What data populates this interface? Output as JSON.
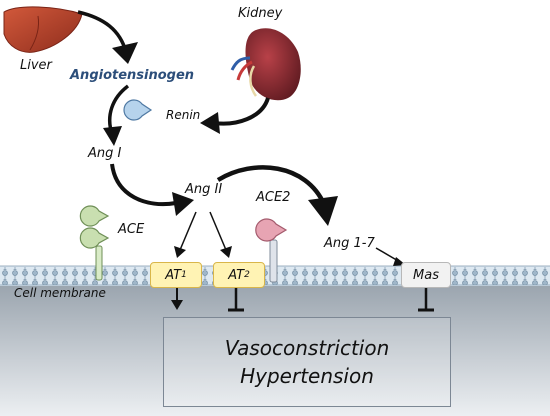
{
  "labels": {
    "liver": "Liver",
    "kidney": "Kidney",
    "angiotensinogen": "Angiotensinogen",
    "renin": "Renin",
    "ang1": "Ang I",
    "ang2": "Ang II",
    "ace": "ACE",
    "ace2": "ACE2",
    "ang17": "Ang 1-7",
    "cell_membrane": "Cell membrane"
  },
  "receptors": {
    "at1": {
      "main": "AT",
      "sub": "1"
    },
    "at2": {
      "main": "AT",
      "sub": "2"
    },
    "mas": "Mas"
  },
  "outcome": {
    "line1": "Vasoconstriction",
    "line2": "Hypertension"
  },
  "colors": {
    "liver": "#b8432b",
    "kidney": "#8c2a2f",
    "blue_text": "#2c4e7a",
    "membrane": "#a9bfd0",
    "cell_interior": "#8e99a4",
    "receptor_yellow": "#fff3b4",
    "receptor_grey": "#f2f2f2",
    "ace_green": "#c9dfb0",
    "ace2_pink": "#e7a4b3",
    "renin_blue": "#b6d3ec"
  },
  "icons": [
    "liver-icon",
    "kidney-icon",
    "renin-pacman-icon",
    "ace-enzyme-icon",
    "ace2-enzyme-icon"
  ]
}
